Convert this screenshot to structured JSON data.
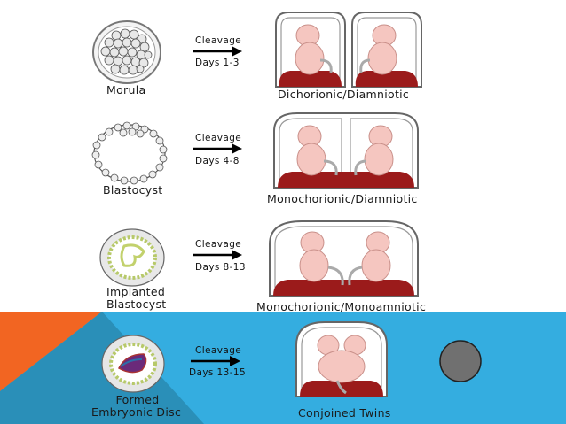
{
  "colors": {
    "blue_band": "#34ade0",
    "orange": "#f26522",
    "placenta": "#9b1b1b",
    "fetus": "#f5c6c0"
  },
  "rows": [
    {
      "stage": "Morula",
      "arrow_top": "Cleavage",
      "arrow_bottom": "Days 1-3",
      "result": "Dichorionic/Diamniotic"
    },
    {
      "stage": "Blastocyst",
      "arrow_top": "Cleavage",
      "arrow_bottom": "Days 4-8",
      "result": "Monochorionic/Diamniotic"
    },
    {
      "stage_line1": "Implanted",
      "stage_line2": "Blastocyst",
      "arrow_top": "Cleavage",
      "arrow_bottom": "Days 8-13",
      "result": "Monochorionic/Monoamniotic"
    },
    {
      "stage_line1": "Formed",
      "stage_line2": "Embryonic Disc",
      "arrow_top": "Cleavage",
      "arrow_bottom": "Days 13-15",
      "result": "Conjoined Twins"
    }
  ]
}
